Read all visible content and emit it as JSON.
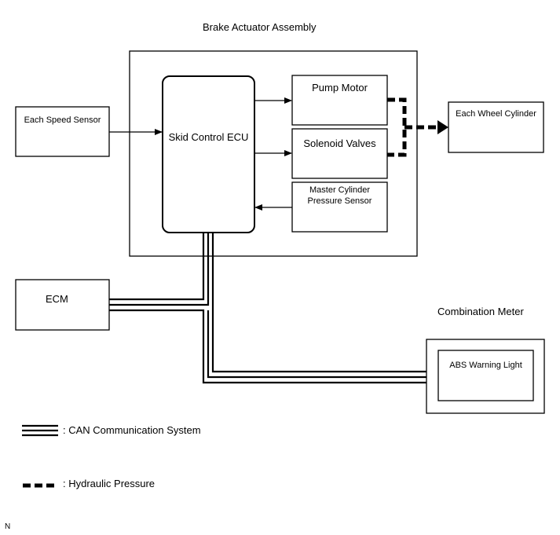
{
  "diagram": {
    "assembly_title": "Brake Actuator Assembly",
    "boxes": {
      "speed_sensor": "Each Speed Sensor",
      "skid_ecu": "Skid Control ECU",
      "pump_motor": "Pump Motor",
      "solenoid_valves": "Solenoid Valves",
      "master_cyl_line1": "Master Cylinder",
      "master_cyl_line2": "Pressure Sensor",
      "wheel_cylinder": "Each Wheel Cylinder",
      "ecm": "ECM",
      "combination_meter": "Combination Meter",
      "abs_warning": "ABS Warning Light"
    },
    "legend": {
      "can": ": CAN Communication System",
      "hydraulic": ": Hydraulic Pressure"
    },
    "corner_mark": "N"
  },
  "colors": {
    "line": "#000000",
    "background": "#ffffff"
  }
}
